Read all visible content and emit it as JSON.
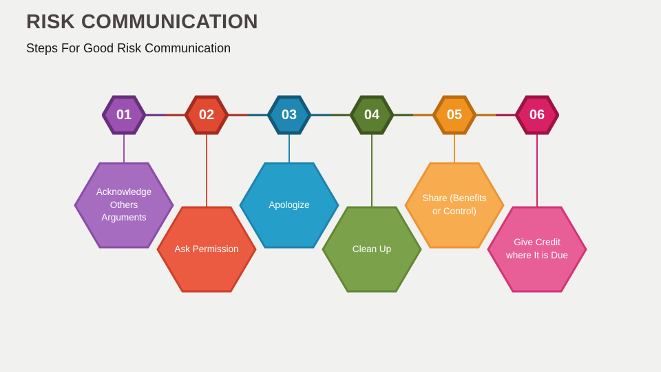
{
  "page": {
    "title": "RISK COMMUNICATION",
    "subtitle": "Steps For Good Risk Communication",
    "background": "#f1f1f0",
    "title_color": "#4a4242"
  },
  "steps": [
    {
      "number": "01",
      "label": "Acknowledge Others Arguments",
      "small_fill": "#9b51b0",
      "small_stroke": "#66307c",
      "big_fill": "#a56cc0",
      "big_stroke": "#8a4da6",
      "row": "up"
    },
    {
      "number": "02",
      "label": "Ask Permission",
      "small_fill": "#e04a33",
      "small_stroke": "#a52d1f",
      "big_fill": "#ea5b41",
      "big_stroke": "#cf4028",
      "row": "down"
    },
    {
      "number": "03",
      "label": "Apologize",
      "small_fill": "#1f87b2",
      "small_stroke": "#135a78",
      "big_fill": "#259fca",
      "big_stroke": "#1d84ad",
      "row": "up"
    },
    {
      "number": "04",
      "label": "Clean Up",
      "small_fill": "#5c7e30",
      "small_stroke": "#3e571f",
      "big_fill": "#7ba24a",
      "big_stroke": "#628735",
      "row": "down"
    },
    {
      "number": "05",
      "label": "Share (Benefits or Control)",
      "small_fill": "#ef9220",
      "small_stroke": "#bb6b10",
      "big_fill": "#f8ac50",
      "big_stroke": "#ec9434",
      "row": "up"
    },
    {
      "number": "06",
      "label": "Give Credit where It is Due",
      "small_fill": "#d92065",
      "small_stroke": "#9e1245",
      "big_fill": "#e85e97",
      "big_stroke": "#d43472",
      "row": "down"
    }
  ]
}
